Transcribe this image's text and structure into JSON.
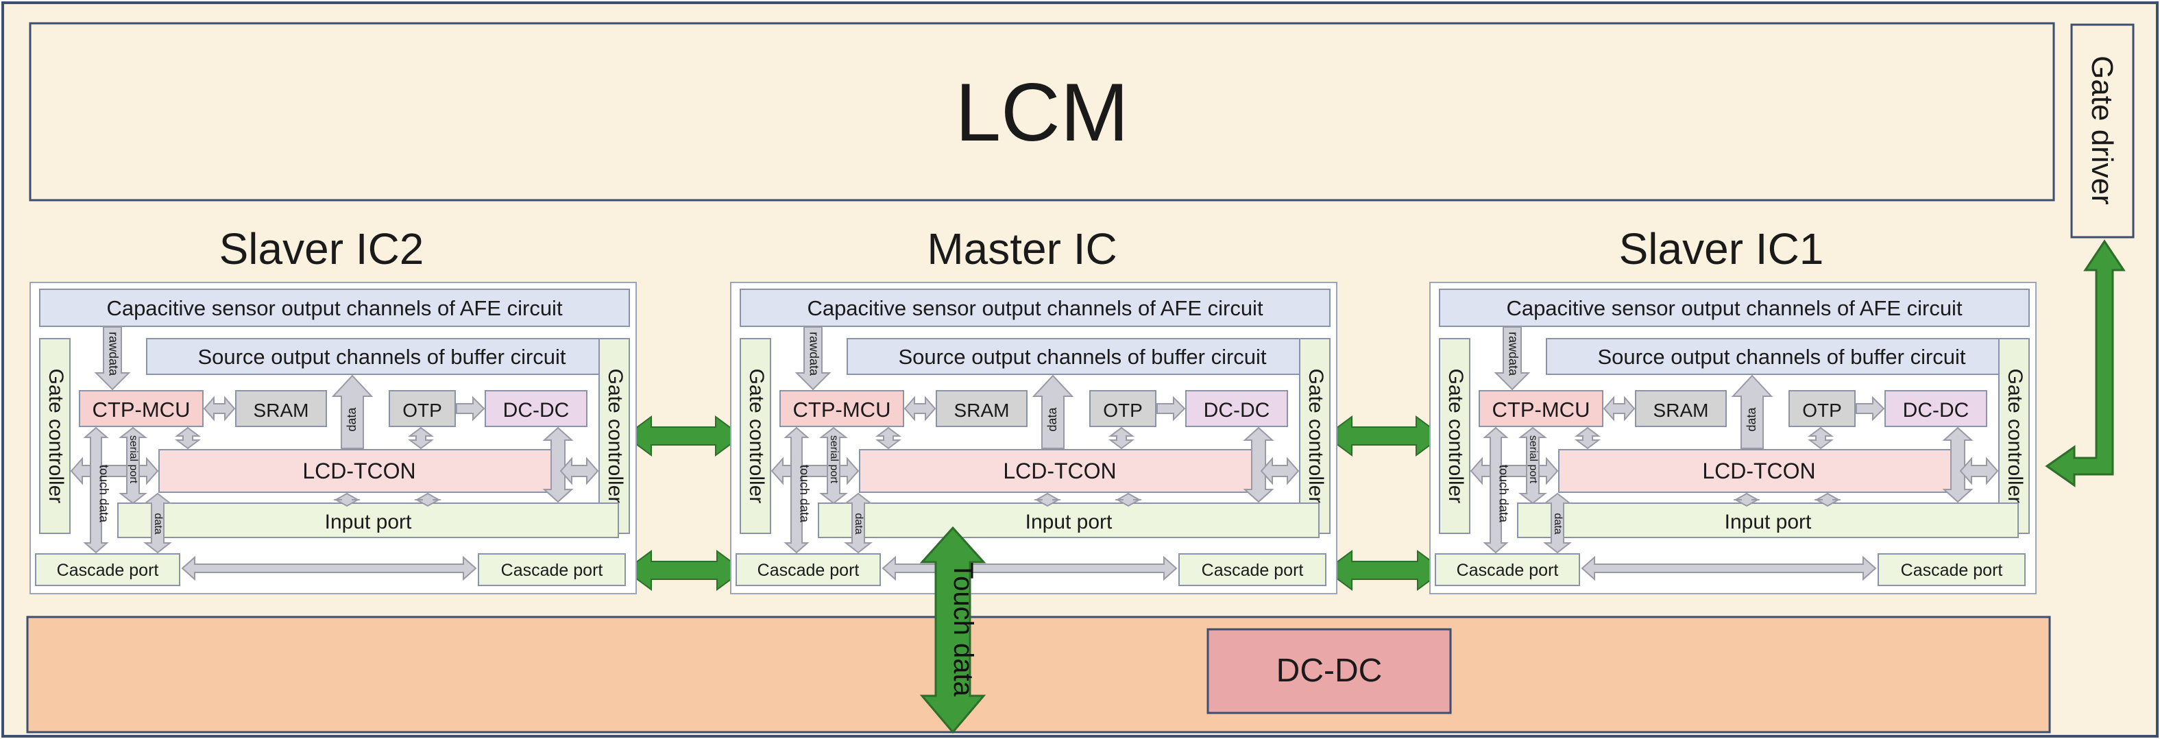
{
  "lcm": {
    "label": "LCM"
  },
  "gate_driver": {
    "label": "Gate driver"
  },
  "dcdc_bottom": {
    "label": "DC-DC"
  },
  "touch_data": {
    "label": "Touch data"
  },
  "ics": [
    {
      "id": "slaver-ic2",
      "title": "Slaver IC2",
      "afe": "Capacitive sensor output channels of AFE circuit",
      "source": "Source output channels of buffer circuit",
      "gate_left": "Gate controller",
      "gate_right": "Gate controller",
      "ctp": "CTP-MCU",
      "sram": "SRAM",
      "otp": "OTP",
      "dcdc": "DC-DC",
      "tcon": "LCD-TCON",
      "input": "Input port",
      "cascade_left": "Cascade port",
      "cascade_right": "Cascade port",
      "rawdata": "rawdata",
      "data_up": "data",
      "serial_port": "serial port",
      "touch_data": "touch data",
      "data_small": "data"
    },
    {
      "id": "master-ic",
      "title": "Master IC",
      "afe": "Capacitive sensor output channels of AFE circuit",
      "source": "Source output channels of buffer circuit",
      "gate_left": "Gate controller",
      "gate_right": "Gate controller",
      "ctp": "CTP-MCU",
      "sram": "SRAM",
      "otp": "OTP",
      "dcdc": "DC-DC",
      "tcon": "LCD-TCON",
      "input": "Input port",
      "cascade_left": "Cascade port",
      "cascade_right": "Cascade port",
      "rawdata": "rawdata",
      "data_up": "data",
      "serial_port": "serial port",
      "touch_data": "touch data",
      "data_small": "data"
    },
    {
      "id": "slaver-ic1",
      "title": "Slaver IC1",
      "afe": "Capacitive sensor output channels of AFE circuit",
      "source": "Source output channels of buffer circuit",
      "gate_left": "Gate controller",
      "gate_right": "Gate controller",
      "ctp": "CTP-MCU",
      "sram": "SRAM",
      "otp": "OTP",
      "dcdc": "DC-DC",
      "tcon": "LCD-TCON",
      "input": "Input port",
      "cascade_left": "Cascade port",
      "cascade_right": "Cascade port",
      "rawdata": "rawdata",
      "data_up": "data",
      "serial_port": "serial port",
      "touch_data": "touch data",
      "data_small": "data"
    }
  ],
  "colors": {
    "panel_bg": "#faf1df",
    "border": "#3e4e6e",
    "afe_fill": "#dde3f0",
    "gate_fill": "#ecf3dc",
    "ctp_fill": "#f7d0d0",
    "tcon_fill": "#f9dcdc",
    "sram_fill": "#d3d3d3",
    "otp_fill": "#d3d3d3",
    "dcdc_fill": "#ead8ea",
    "input_fill": "#eef5de",
    "cascade_fill": "#eef5de",
    "bottom_fill": "#f7c9a5",
    "bottom_dcdc_fill": "#eaa7a7",
    "green_arrow": "#3f9a3a",
    "grey_arrow": "#cfcfd7"
  }
}
